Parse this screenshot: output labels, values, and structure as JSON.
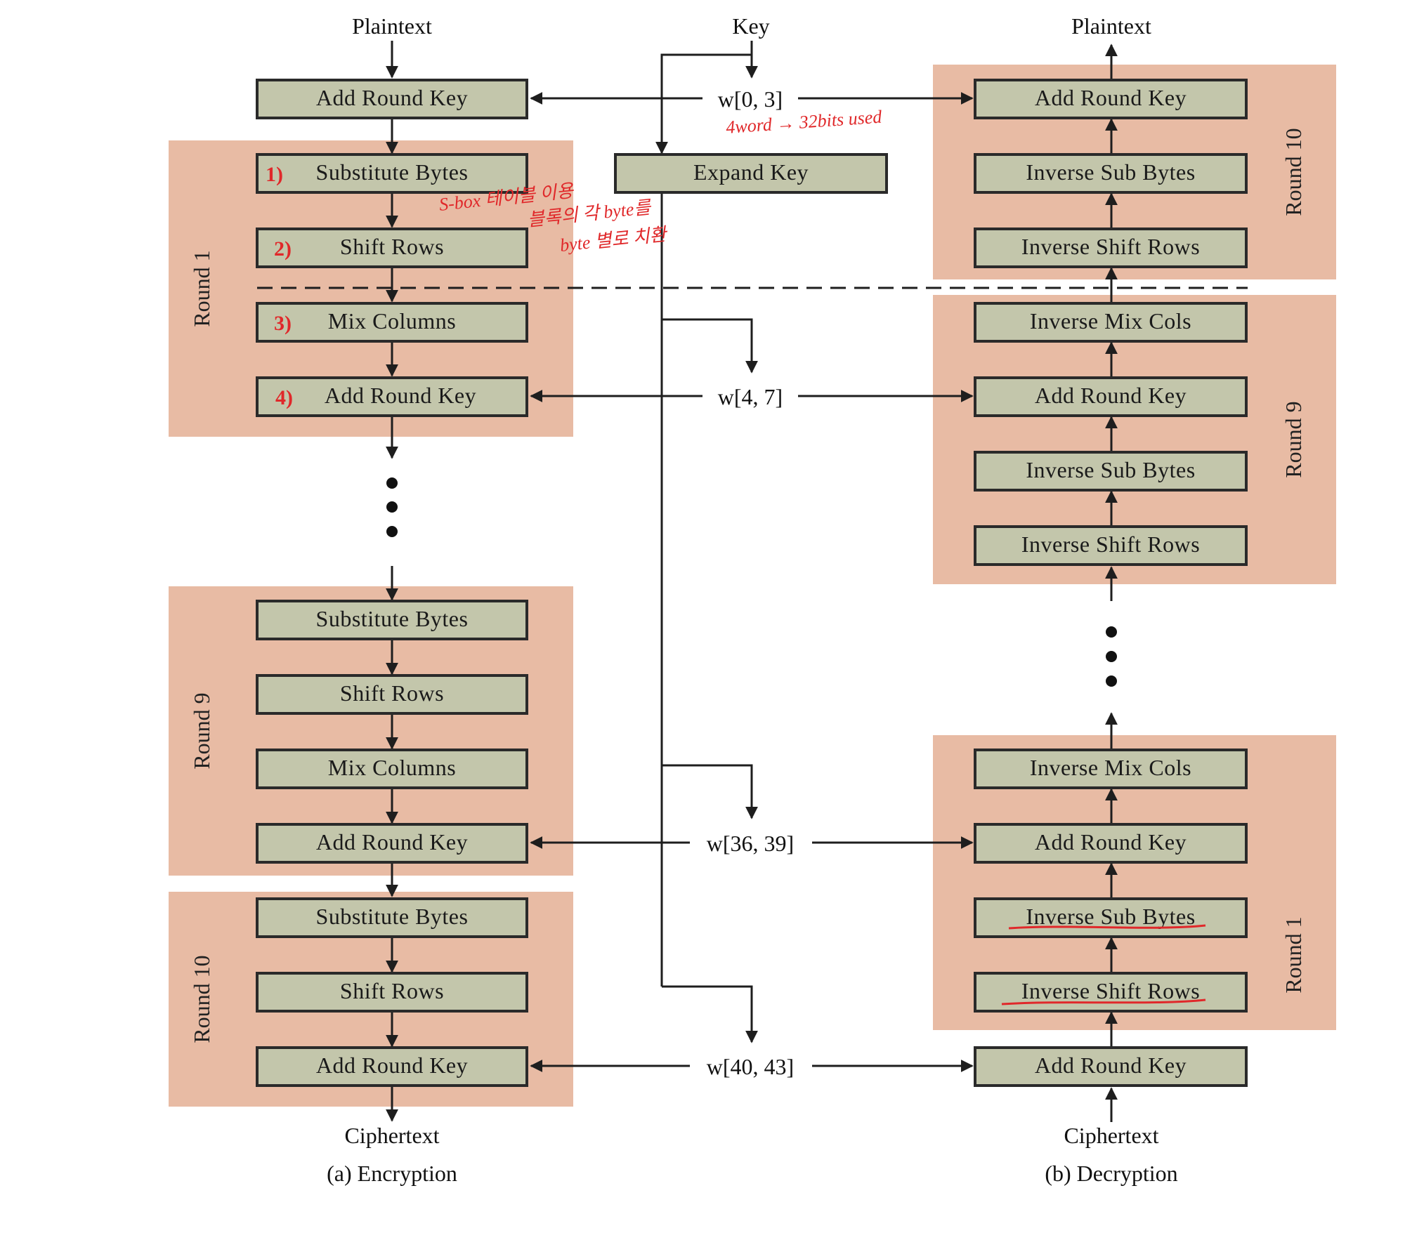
{
  "colors": {
    "round_fill": "#e8bba4",
    "box_fill": "#c3c6ab",
    "box_stroke": "#2a2a2a",
    "line": "#1e1e1e",
    "annotation": "#e0282a"
  },
  "encryption": {
    "input": "Plaintext",
    "output": "Ciphertext",
    "caption": "(a) Encryption",
    "initial": "Add Round Key",
    "round1": {
      "label": "Round 1",
      "steps": [
        "Substitute Bytes",
        "Shift Rows",
        "Mix Columns",
        "Add Round Key"
      ]
    },
    "round9": {
      "label": "Round 9",
      "steps": [
        "Substitute Bytes",
        "Shift Rows",
        "Mix Columns",
        "Add Round Key"
      ]
    },
    "round10": {
      "label": "Round 10",
      "steps": [
        "Substitute Bytes",
        "Shift Rows",
        "Add Round Key"
      ]
    }
  },
  "key_schedule": {
    "input": "Key",
    "expand": "Expand Key",
    "words": [
      "w[0, 3]",
      "w[4, 7]",
      "w[36, 39]",
      "w[40, 43]"
    ]
  },
  "decryption": {
    "output": "Plaintext",
    "input": "Ciphertext",
    "caption": "(b) Decryption",
    "round10": {
      "label": "Round 10",
      "steps": [
        "Add Round Key",
        "Inverse Sub Bytes",
        "Inverse Shift Rows"
      ]
    },
    "round9": {
      "label": "Round 9",
      "steps": [
        "Inverse Mix Cols",
        "Add Round Key",
        "Inverse Sub Bytes",
        "Inverse Shift Rows"
      ]
    },
    "round1": {
      "label": "Round 1",
      "steps": [
        "Inverse Mix Cols",
        "Add Round Key",
        "Inverse Sub Bytes",
        "Inverse Shift Rows"
      ]
    },
    "final": "Add Round Key"
  },
  "annotations": {
    "step_numbers": [
      "1)",
      "2)",
      "3)",
      "4)"
    ],
    "key_note": "4word → 32bits used",
    "sbox_note_line1": "S-box 테이블 이용",
    "sbox_note_line2": "블록의 각 byte를",
    "sbox_note_line3": "byte 별로 치환"
  }
}
